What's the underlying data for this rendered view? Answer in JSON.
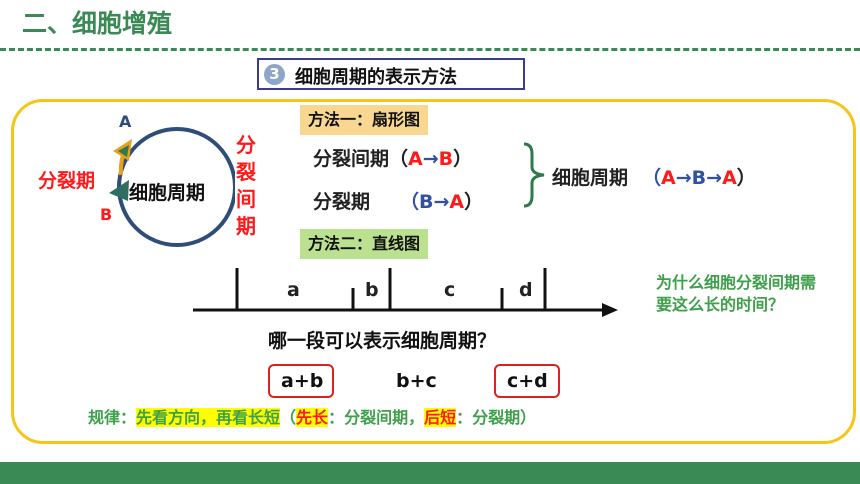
{
  "title": "二、细胞增殖",
  "section": {
    "number": "3",
    "text": "细胞周期的表示方法"
  },
  "circle": {
    "center_label": "细胞周期",
    "point_a": "A",
    "point_b": "B",
    "side_label": "分裂期",
    "vertical_label": "分裂间期"
  },
  "method1": {
    "label": "方法一：扇形图",
    "line1_label": "分裂间期（",
    "line1_from": "A",
    "line1_arrow": "→",
    "line1_to": "B",
    "line1_close": "）",
    "line2_label": "分裂期",
    "line2_open": "（B→",
    "line2_to": "A",
    "line2_close": "）",
    "cycle_label": "细胞周期",
    "cycle_open": "（",
    "cycle_a1": "A",
    "cycle_mid": "→B→",
    "cycle_a2": "A",
    "cycle_close": "）"
  },
  "method2": {
    "label": "方法二：直线图",
    "segments": [
      "a",
      "b",
      "c",
      "d"
    ]
  },
  "question_main": "哪一段可以表示细胞周期？",
  "answers": [
    "a+b",
    "b+c",
    "c+d"
  ],
  "side_question": "为什么细胞分裂间期需要这么长的时间？",
  "rule": {
    "prefix": "规律：",
    "part1": "先看方向，再看长短",
    "open": "（",
    "long": "先长",
    "long_desc": "：分裂间期，",
    "short": "后短",
    "short_desc": "：分裂期）"
  },
  "colors": {
    "green": "#3a8a55",
    "red": "#ff1a1a",
    "blue": "#3050a0",
    "yellow_frame": "#f5c518"
  }
}
